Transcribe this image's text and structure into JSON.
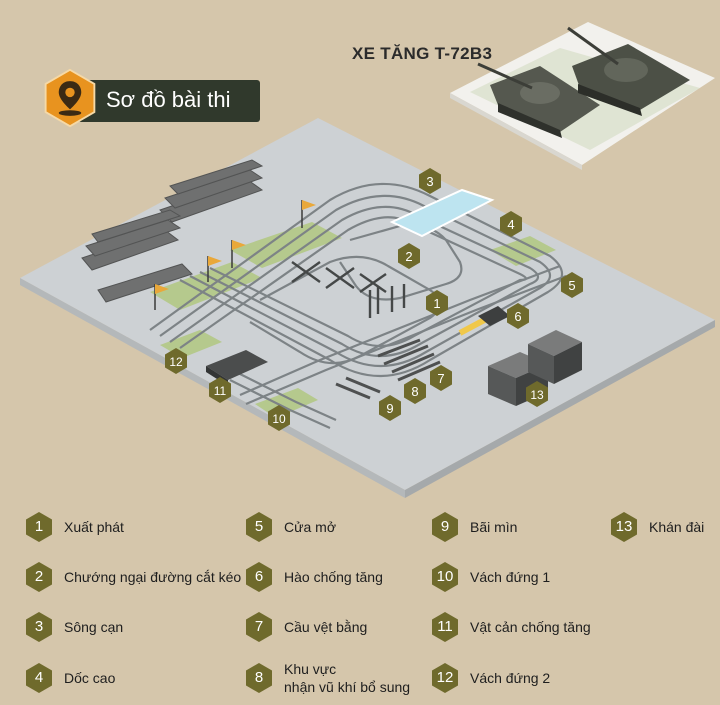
{
  "header": {
    "label": "Sơ đồ bài thi"
  },
  "title": "XE TĂNG T-72B3",
  "colors": {
    "background": "#d5c6ab",
    "ground": "#cfd2d4",
    "track": "#7b8184",
    "zone_green": "#b5c98d",
    "marker": "#6f6a2c",
    "header_box": "#30392c",
    "header_badge": "#e8931f",
    "flag": "#e9a83a"
  },
  "markers": [
    {
      "num": "1"
    },
    {
      "num": "2"
    },
    {
      "num": "3"
    },
    {
      "num": "4"
    },
    {
      "num": "5"
    },
    {
      "num": "6"
    },
    {
      "num": "7"
    },
    {
      "num": "8"
    },
    {
      "num": "9"
    },
    {
      "num": "10"
    },
    {
      "num": "11"
    },
    {
      "num": "12"
    },
    {
      "num": "13"
    }
  ],
  "legend": [
    {
      "num": "1",
      "label": "Xuất phát"
    },
    {
      "num": "2",
      "label": "Chướng ngại đường cắt kéo"
    },
    {
      "num": "3",
      "label": "Sông cạn"
    },
    {
      "num": "4",
      "label": "Dốc cao"
    },
    {
      "num": "5",
      "label": "Cửa mở"
    },
    {
      "num": "6",
      "label": "Hào chống tăng"
    },
    {
      "num": "7",
      "label": "Cầu vệt bằng"
    },
    {
      "num": "8",
      "label": "Khu vực\nnhận vũ khí bổ sung"
    },
    {
      "num": "9",
      "label": "Bãi mìn"
    },
    {
      "num": "10",
      "label": "Vách đứng 1"
    },
    {
      "num": "11",
      "label": "Vật cản chống tăng"
    },
    {
      "num": "12",
      "label": "Vách đứng 2"
    },
    {
      "num": "13",
      "label": "Khán đài"
    }
  ]
}
